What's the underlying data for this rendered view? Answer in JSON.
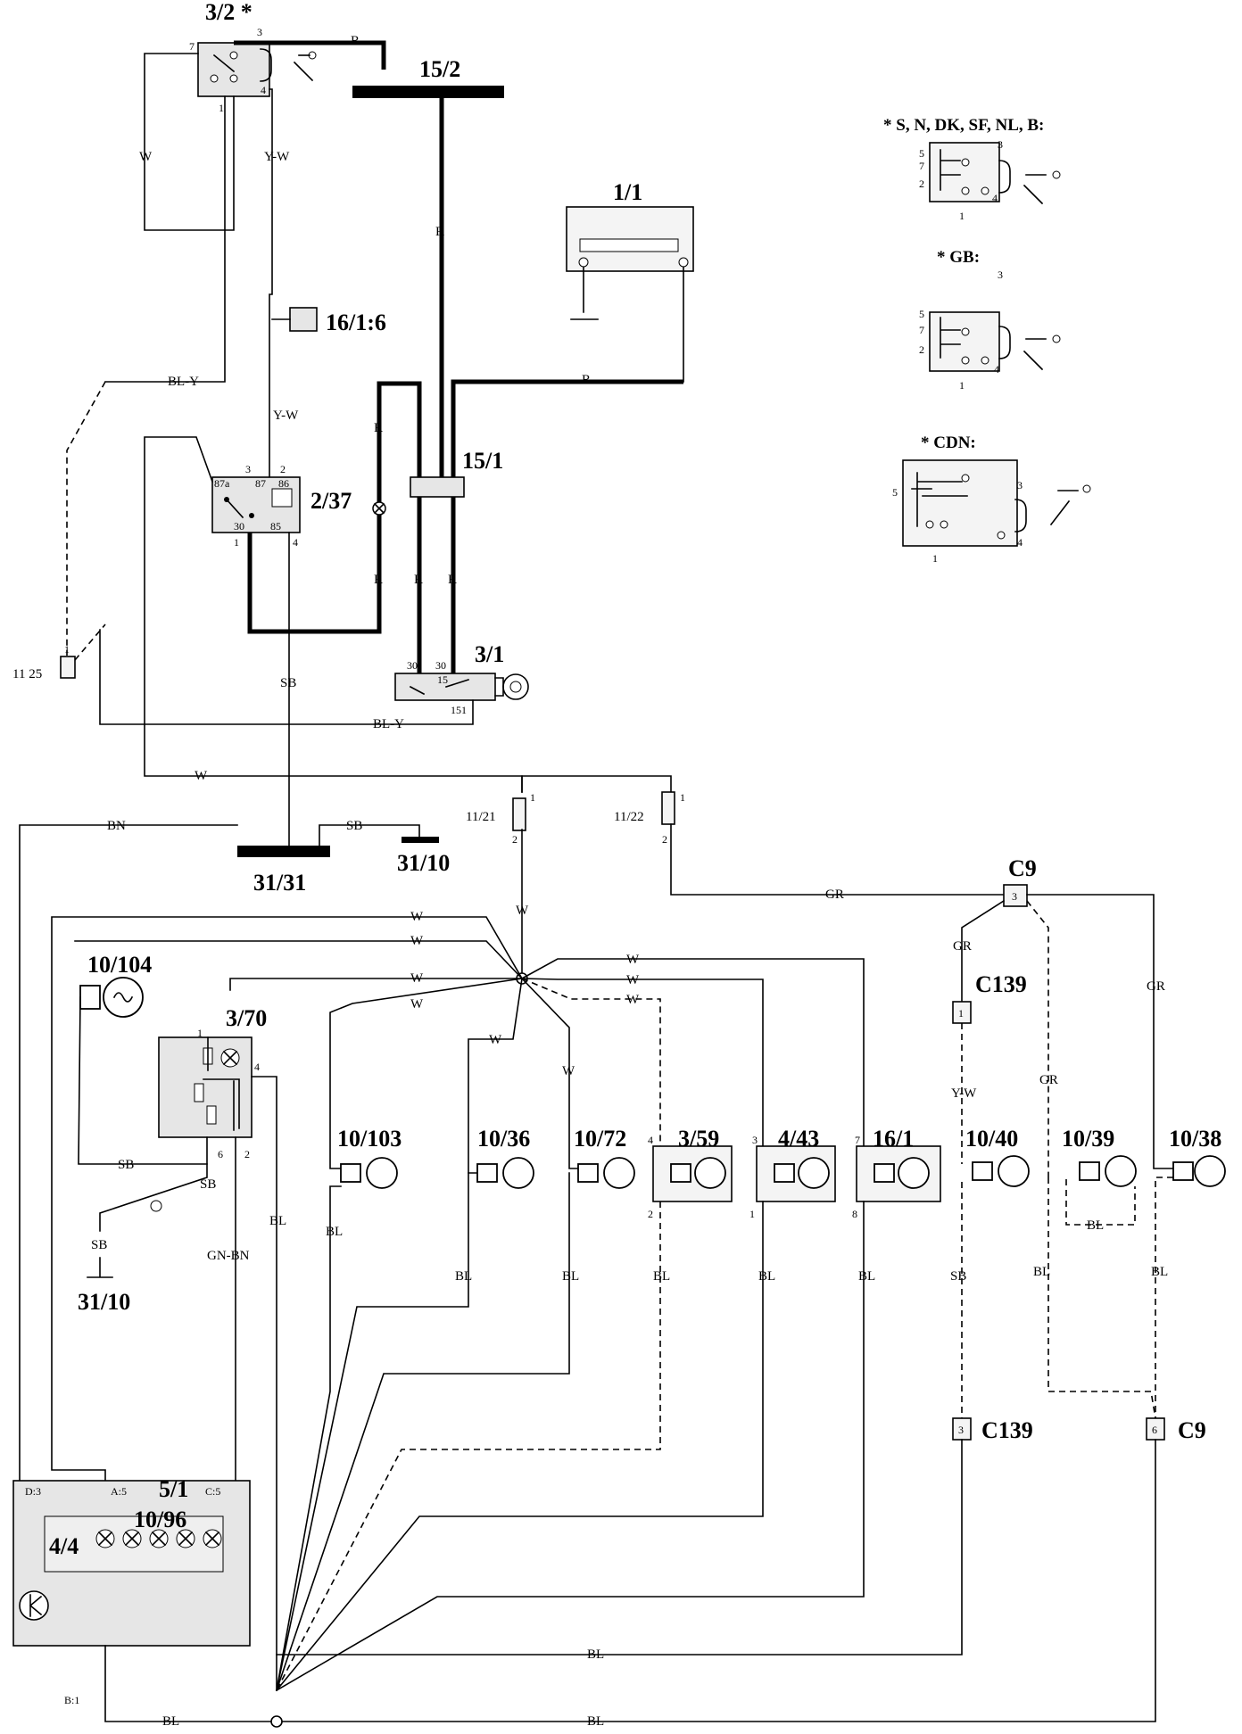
{
  "components": {
    "sw_top": "3/2 *",
    "bus_15_2": "15/2",
    "battery": "1/1",
    "conn_16_1_6": "16/1:6",
    "relay": "2/37",
    "bus_15_1": "15/1",
    "ign": "3/1",
    "c11_25": "11 25",
    "c11_21": "11/21",
    "c11_22": "11/22",
    "gnd_31_31": "31/31",
    "gnd_31_10a": "31/10",
    "gnd_31_10b": "31/10",
    "c9_top": "C9",
    "c139_top": "C139",
    "c139_bot": "C139",
    "c9_bot": "C9",
    "l10_104": "10/104",
    "sw3_70": "3/70",
    "l10_103": "10/103",
    "l10_36": "10/36",
    "l10_72": "10/72",
    "l3_59": "3/59",
    "l4_43": "4/43",
    "l16_1": "16/1",
    "l10_40": "10/40",
    "l10_39": "10/39",
    "l10_38": "10/38",
    "cluster": "5/1",
    "ind": "10/96",
    "gauge": "4/4"
  },
  "variants": {
    "v1": "* S, N, DK, SF, NL, B:",
    "v2": "* GB:",
    "v3": "* CDN:"
  },
  "wires": {
    "r1": "R",
    "r2": "R",
    "r3": "R",
    "r4": "R",
    "r5": "R",
    "r6": "R",
    "r7": "R",
    "w1": "W",
    "yw1": "Y-W",
    "yw2": "Y-W",
    "bly1": "BL-Y",
    "bly2": "BL-Y",
    "sb1": "SB",
    "sb2": "SB",
    "w2": "W",
    "bn": "BN",
    "gr1": "GR",
    "gr2": "GR",
    "gr3": "GR",
    "gr4": "GR",
    "c139w": "Y-W",
    "wa": "W",
    "wb": "W",
    "wc": "W",
    "wd": "W",
    "we": "W",
    "wf": "W",
    "wg": "W",
    "wh": "W",
    "wi": "W",
    "wj": "W",
    "sb3": "SB",
    "sb4": "SB",
    "sb5": "SB",
    "gnbn": "GN-BN",
    "bl1": "BL",
    "bl2": "BL",
    "bl3": "BL",
    "bl4": "BL",
    "bl5": "BL",
    "bl6": "BL",
    "bl7": "BL",
    "sb6": "SB",
    "bl8": "BL",
    "bl9": "BL",
    "bl10": "BL",
    "bl11": "BL",
    "bl12": "BL"
  },
  "pins": {
    "p7a": "7",
    "p3a": "3",
    "p1a": "1",
    "p4a": "4",
    "r2": "2",
    "r3": "3",
    "r87a": "87a",
    "r87": "87",
    "r86": "86",
    "r30": "30",
    "r85": "85",
    "r1": "1",
    "r4": "4",
    "i30a": "30",
    "i30b": "30",
    "i15": "15",
    "i151": "151",
    "c25": "1",
    "c21a": "1",
    "c21b": "2",
    "c22a": "1",
    "c22b": "2",
    "c9t": "3",
    "c139t": "1",
    "c139b": "3",
    "c9b": "6",
    "s1": "1",
    "s4": "4",
    "s6": "6",
    "s2": "2",
    "l59a": "4",
    "l59b": "2",
    "l43a": "3",
    "l43b": "1",
    "l161a": "7",
    "l161b": "8",
    "d3": "D:3",
    "a5": "A:5",
    "c5": "C:5",
    "b1": "B:1",
    "v1p5": "5",
    "v1p7": "7",
    "v1p2": "2",
    "v1p3": "3",
    "v1p4": "4",
    "v1p1": "1",
    "v2p5": "5",
    "v2p7": "7",
    "v2p2": "2",
    "v2p3": "3",
    "v2p4": "4",
    "v2p1": "1",
    "v3p5": "5",
    "v3p3": "3",
    "v3p4": "4",
    "v3p1": "1"
  }
}
